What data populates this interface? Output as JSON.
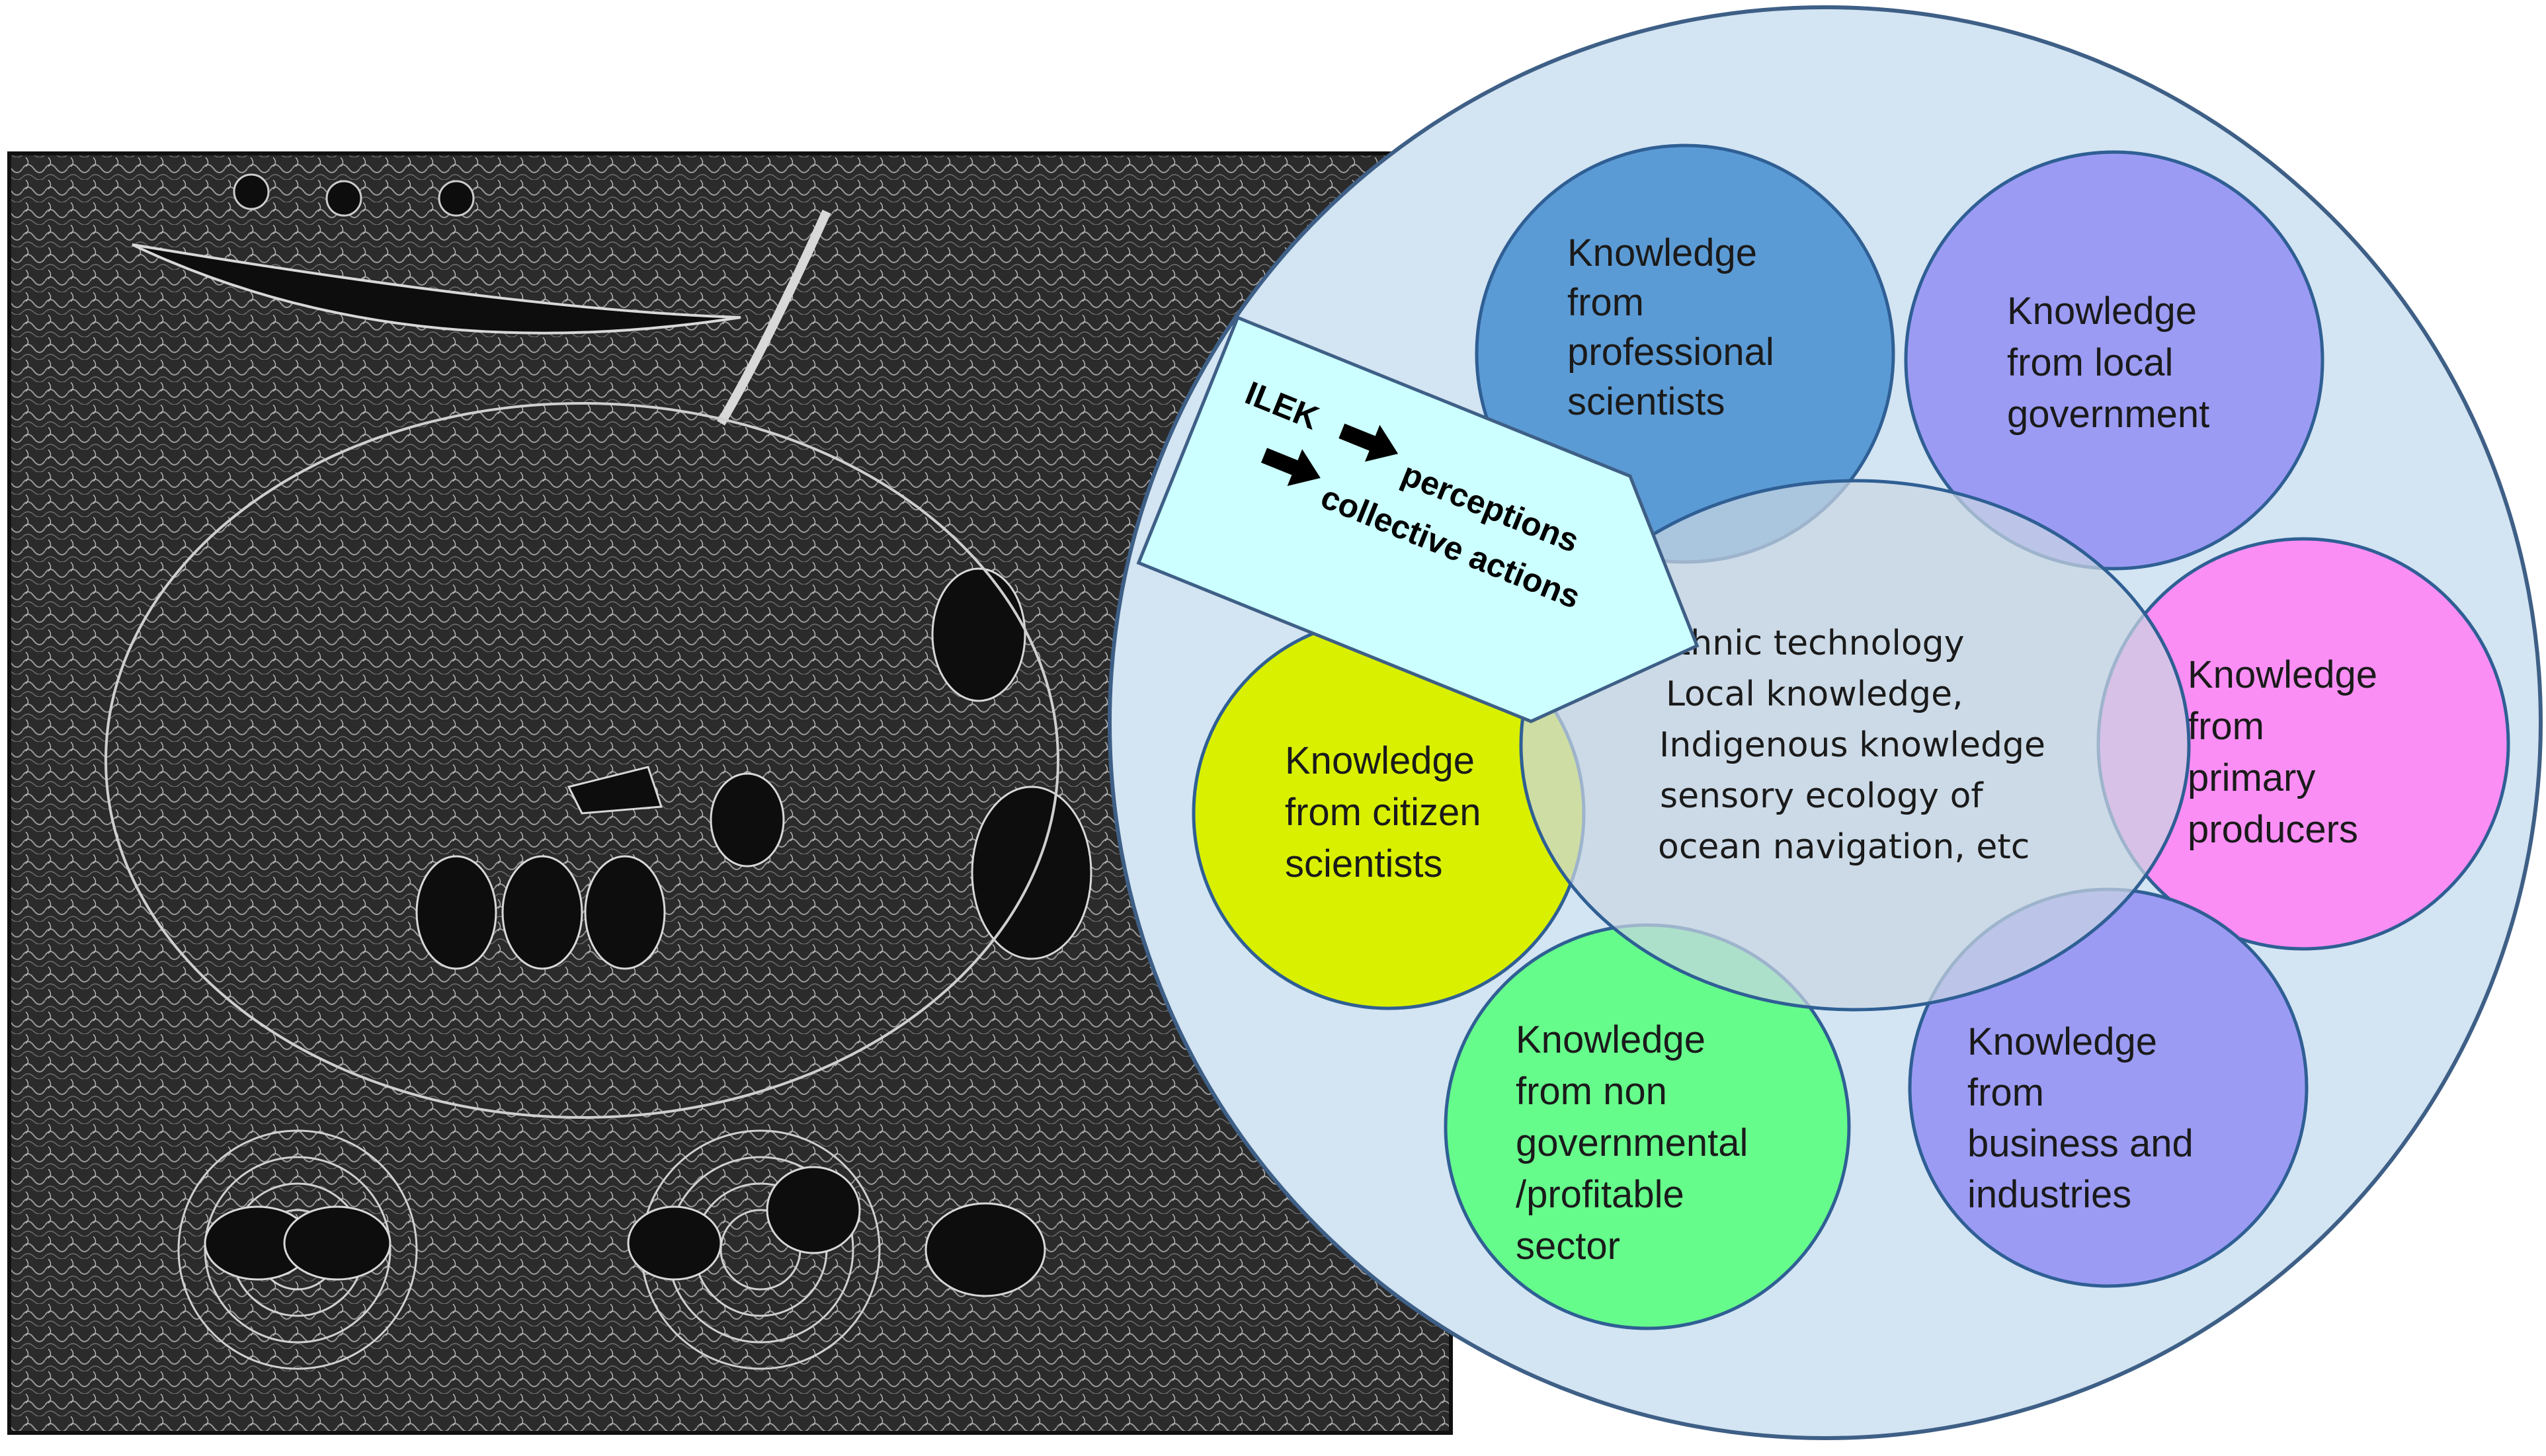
{
  "artwork": {
    "description_icon": "indigenous-ocean-artwork",
    "background_color": "#2a2a2a"
  },
  "diagram": {
    "outer_circle_color": "#d3e4f2",
    "center_ellipse": {
      "lines": [
        "Ethnic technology",
        "Local knowledge,",
        "Indigenous knowledge",
        "sensory ecology of",
        "ocean navigation, etc"
      ],
      "color": "#c9d6e2"
    },
    "nodes": [
      {
        "id": "professional-scientists",
        "lines": [
          "Knowledge",
          "from",
          "professional",
          "scientists"
        ],
        "color": "#5b9bd5"
      },
      {
        "id": "local-government",
        "lines": [
          "Knowledge",
          "from local",
          "government"
        ],
        "color": "#9b9bf4"
      },
      {
        "id": "primary-producers",
        "lines": [
          "Knowledge",
          "from",
          "primary",
          "producers"
        ],
        "color": "#fa8ef5"
      },
      {
        "id": "business-industries",
        "lines": [
          "Knowledge",
          "from",
          "business and",
          "industries"
        ],
        "color": "#9b9bf4"
      },
      {
        "id": "non-governmental",
        "lines": [
          "Knowledge",
          "from non",
          "governmental",
          "/profitable",
          "sector"
        ],
        "color": "#66fc8c"
      },
      {
        "id": "citizen-scientists",
        "lines": [
          "Knowledge",
          "from citizen",
          "scientists"
        ],
        "color": "#d9f100"
      }
    ],
    "arrow_callout": {
      "line1_prefix": "ILEK",
      "line1_suffix": "perceptions",
      "line2_suffix": "collective actions",
      "color": "#ccffff"
    }
  }
}
